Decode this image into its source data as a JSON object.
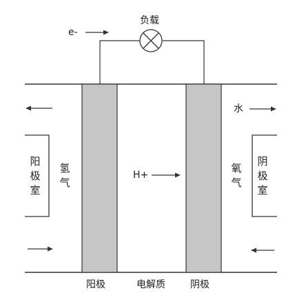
{
  "load_label": "负载",
  "electron_label": "e-",
  "proton_label": "H+",
  "water_label": "水",
  "hydrogen_label": "氢气",
  "oxygen_label": "氧气",
  "anode_chamber_label": "阳极室",
  "cathode_chamber_label": "阴极室",
  "anode_label": "阳极",
  "electrolyte_label": "电解质",
  "cathode_label": "阴极",
  "colors": {
    "electrode_fill": "#c6c6c6",
    "line": "#333333",
    "background": "#ffffff"
  }
}
